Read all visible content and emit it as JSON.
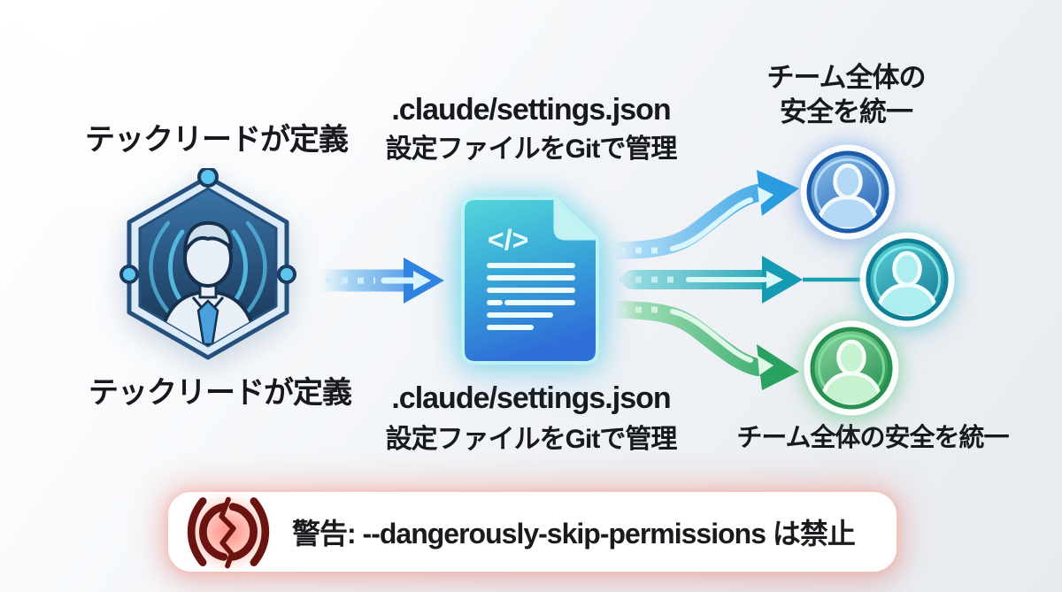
{
  "flow": {
    "tech_lead": {
      "top_label": "テックリードが定義",
      "bottom_label": "テックリードが定義",
      "icon": "tech-lead-hexagon-user-icon"
    },
    "settings_file": {
      "top_line1": ".claude/settings.json",
      "top_line2": "設定ファイルをGitで管理",
      "bottom_line1": ".claude/settings.json",
      "bottom_line2": "設定ファイルをGitで管理",
      "icon": "code-document-icon",
      "code_glyph": "</>"
    },
    "team": {
      "top_line1": "チーム全体の",
      "top_line2": "安全を統一",
      "bottom_label": "チーム全体の安全を統一",
      "member_icons": [
        "user-avatar-blue-icon",
        "user-avatar-teal-icon",
        "user-avatar-green-icon"
      ]
    }
  },
  "warning_banner": {
    "text": "警告: --dangerously-skip-permissions は禁止",
    "icon": "broken-circle-warning-icon"
  },
  "colors": {
    "text": "#17191d",
    "arrow_blue": "#2f82e0",
    "arrow_teal": "#149bb1",
    "arrow_green": "#2aa25f",
    "avatar_blue_ring": "#1d5ca8",
    "avatar_teal_ring": "#0e7f95",
    "avatar_green_ring": "#27904f",
    "document_top": "#55d7da",
    "document_bottom": "#2f6fd8",
    "hexagon_dark": "#1c3a5f",
    "warning_icon": "#6b1310",
    "warning_glow": "#f4968c",
    "banner_background": "#ffffff"
  }
}
